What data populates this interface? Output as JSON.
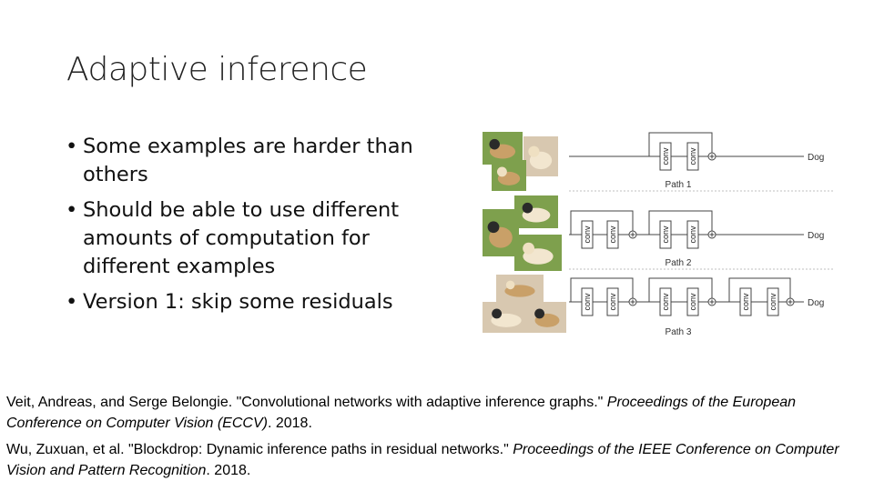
{
  "slide": {
    "title": "Adaptive inference",
    "bullets": [
      "Some examples are harder than others",
      "Should be able to use different amounts of computation for different examples",
      "Version 1: skip some residuals"
    ]
  },
  "figure": {
    "block_label": "conv",
    "output_label": "Dog",
    "path_labels": [
      "Path 1",
      "Path 2",
      "Path 3"
    ],
    "image_content": [
      "dogs-easy-photo-collage",
      "dogs-medium-photo-collage",
      "dogs-hard-photo-collage"
    ]
  },
  "references": [
    {
      "authors": "Veit, Andreas, and Serge Belongie. ",
      "title": "\"Convolutional networks with adaptive inference graphs.\" ",
      "venue": "Proceedings of the European Conference on Computer Vision (ECCV)",
      "year": ". 2018."
    },
    {
      "authors": "Wu, Zuxuan, et al. ",
      "title": "\"Blockdrop: Dynamic inference paths in residual networks.\" ",
      "venue": "Proceedings of the IEEE Conference on Computer Vision and Pattern Recognition",
      "year": ". 2018."
    }
  ],
  "colors": {
    "background": "#ffffff",
    "text": "#111111",
    "diagram_line": "#444444",
    "dog_tan": "#c9a068",
    "grass_green": "#7ea04d"
  }
}
